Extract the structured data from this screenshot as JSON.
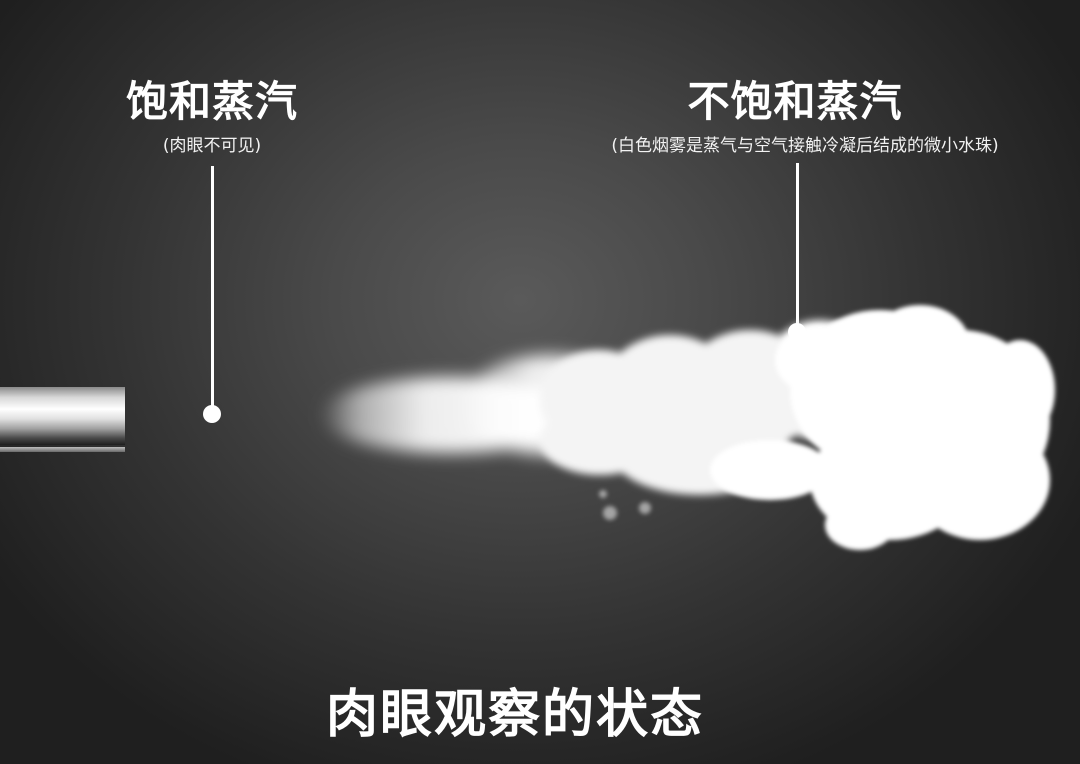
{
  "left_label": {
    "title": "饱和蒸汽",
    "subtitle": "(肉眼不可见)"
  },
  "right_label": {
    "title": "不饱和蒸汽",
    "subtitle": "(白色烟雾是蒸气与空气接触冷凝后结成的微小水珠)"
  },
  "caption": "肉眼观察的状态",
  "colors": {
    "background_center": "#5a5a5a",
    "background_edge": "#1f1f1f",
    "text": "#ffffff",
    "steam": "#ffffff"
  }
}
